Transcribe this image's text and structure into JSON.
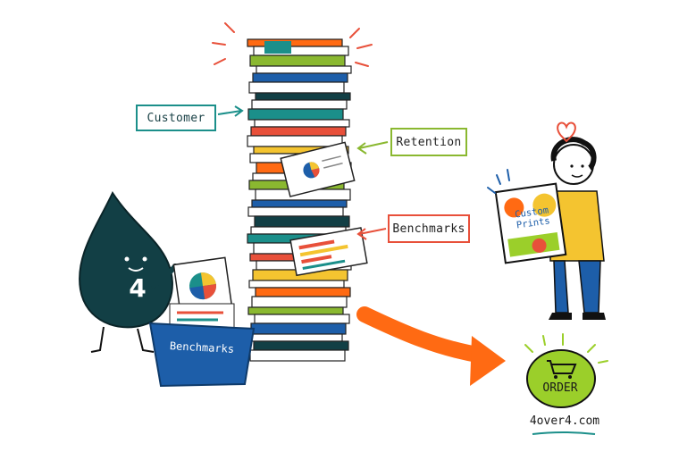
{
  "labels": {
    "customer": "Customer",
    "retention": "Retention",
    "benchmarks": "Benchmarks"
  },
  "bin": {
    "label": "Benchmarks"
  },
  "mascot": {
    "number": "4"
  },
  "prints": {
    "label": "Custom Prints"
  },
  "order": {
    "button_label": "ORDER",
    "site": "4over4.com"
  },
  "colors": {
    "teal": "#1b8f8a",
    "green": "#8ab830",
    "coral": "#e8503a",
    "orange": "#ff6a13",
    "blue": "#1d5ea9",
    "navy": "#123f45",
    "yellow": "#f4c430",
    "lime": "#9bcf2a"
  }
}
